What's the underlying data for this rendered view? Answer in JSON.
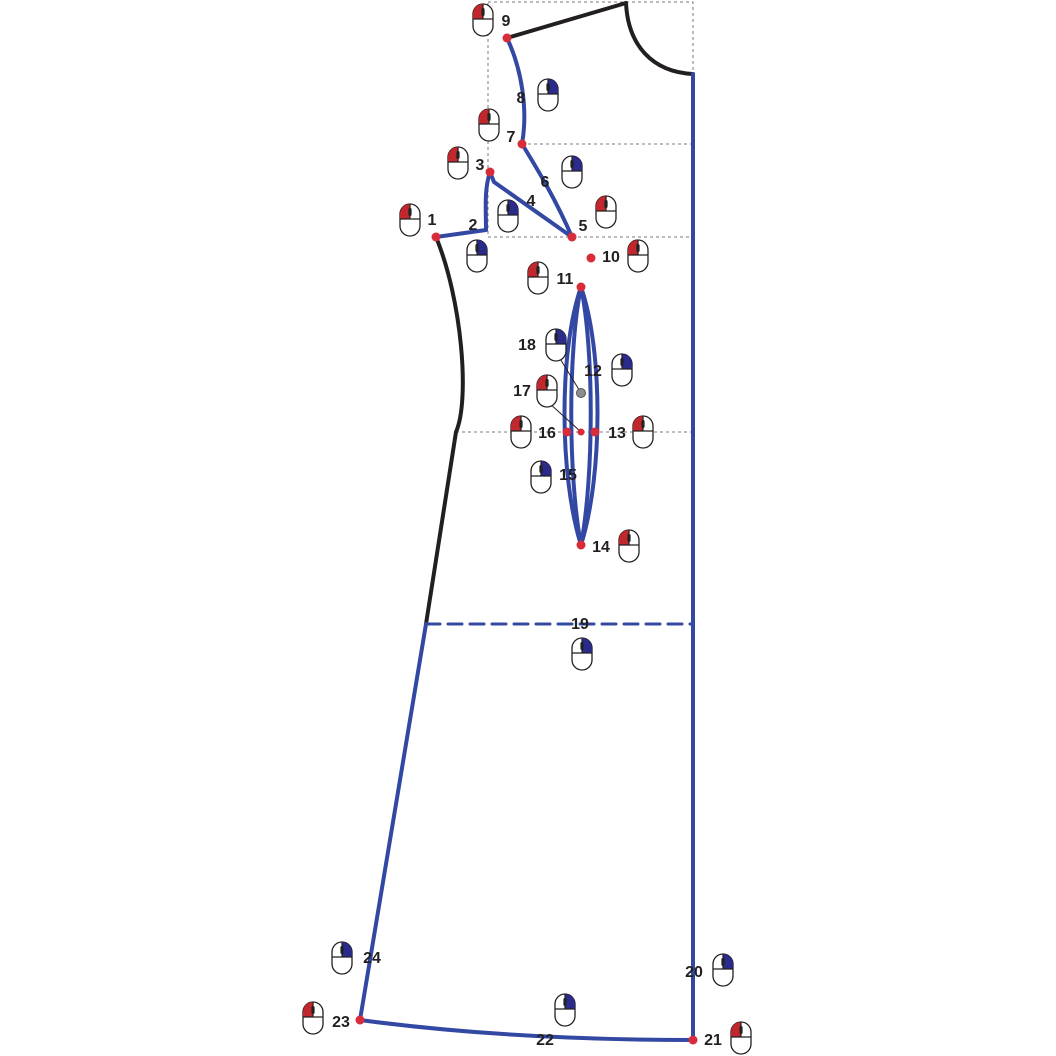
{
  "colors": {
    "outline": "#231f20",
    "construction": "#3348a3",
    "guide": "#7a7a7a",
    "point": "#d72c3a",
    "point_gray": "#8c8c8c",
    "left_click": "#c1272d",
    "right_click": "#2b2b8c",
    "label": "#231f20"
  },
  "icons": {
    "mouse_left": "mouse-left-click-icon",
    "mouse_right": "mouse-right-click-icon"
  },
  "labels": {
    "l1": "1",
    "l2": "2",
    "l3": "3",
    "l4": "4",
    "l5": "5",
    "l6": "6",
    "l7": "7",
    "l8": "8",
    "l9": "9",
    "l10": "10",
    "l11": "11",
    "l12": "12",
    "l13": "13",
    "l14": "14",
    "l15": "15",
    "l16": "16",
    "l17": "17",
    "l18": "18",
    "l19": "19",
    "l20": "20",
    "l21": "21",
    "l22": "22",
    "l23": "23",
    "l24": "24"
  },
  "mouse_clicks": {
    "m1": "left",
    "m2": "right",
    "m3": "left",
    "m4": "right",
    "m5": "left",
    "m6": "right",
    "m7": "left",
    "m8": "right",
    "m9": "left",
    "m10": "left",
    "m11": "left",
    "m12": "right",
    "m13": "left",
    "m14": "left",
    "m15": "right",
    "m16": "left",
    "m17": "left",
    "m18": "right",
    "m19": "right",
    "m20": "right",
    "m21": "left",
    "m22": "right",
    "m23": "left",
    "m24": "right"
  }
}
